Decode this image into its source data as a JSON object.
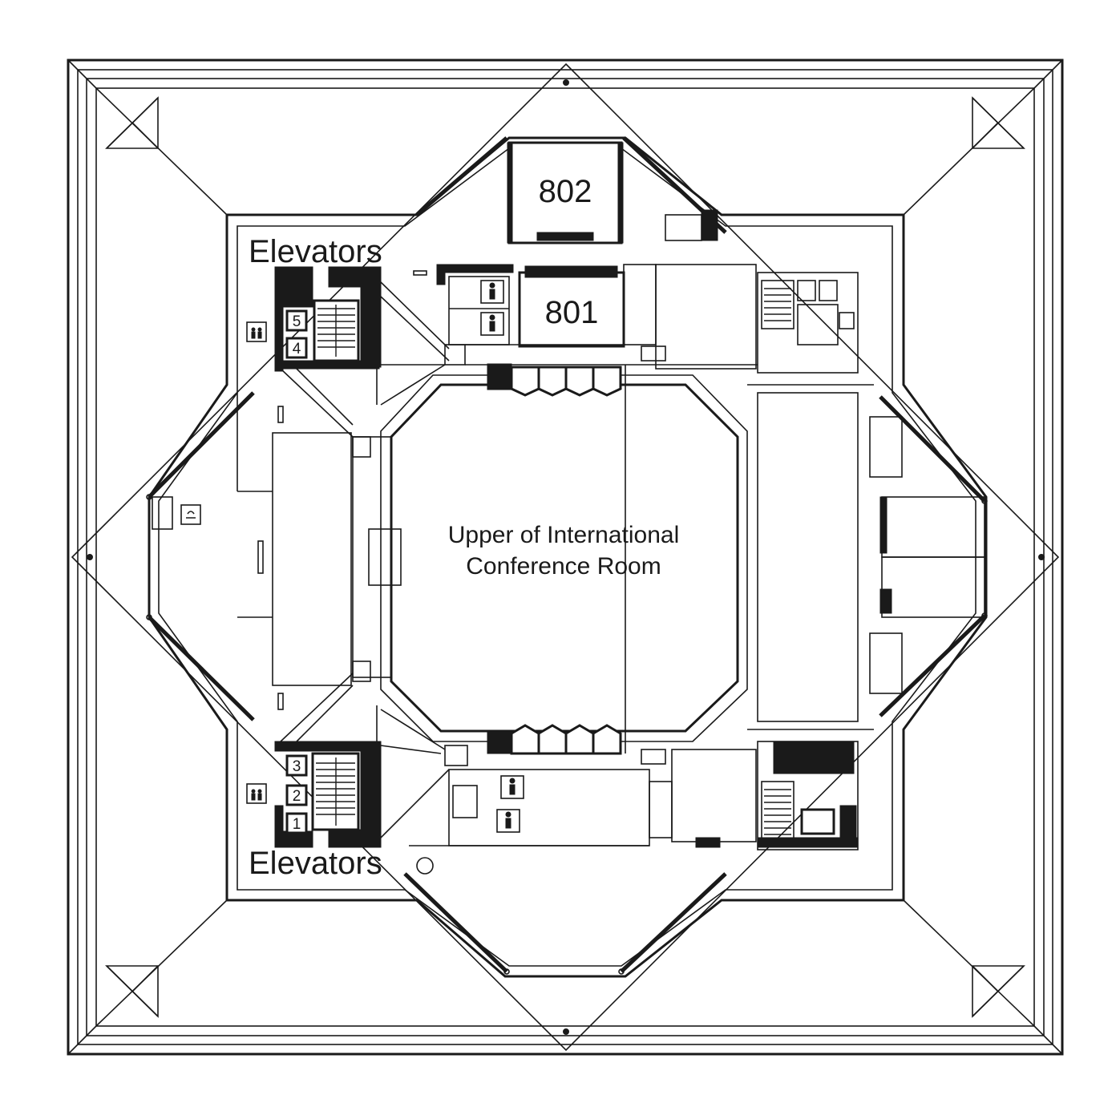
{
  "map": {
    "labels": {
      "elevators_top": "Elevators",
      "elevators_bottom": "Elevators",
      "room_802": "802",
      "room_801": "801",
      "conference_line1": "Upper of International",
      "conference_line2": "Conference Room"
    },
    "elevator_numbers": {
      "e1": "1",
      "e2": "2",
      "e3": "3",
      "e4": "4",
      "e5": "5"
    },
    "icons": {
      "elevator_symbol": "elevator-people-icon",
      "restroom_symbol": "person-restroom-icon",
      "smoking_symbol": "smoking-area-icon"
    },
    "colors": {
      "line": "#1a1a1a",
      "background": "#ffffff"
    }
  }
}
